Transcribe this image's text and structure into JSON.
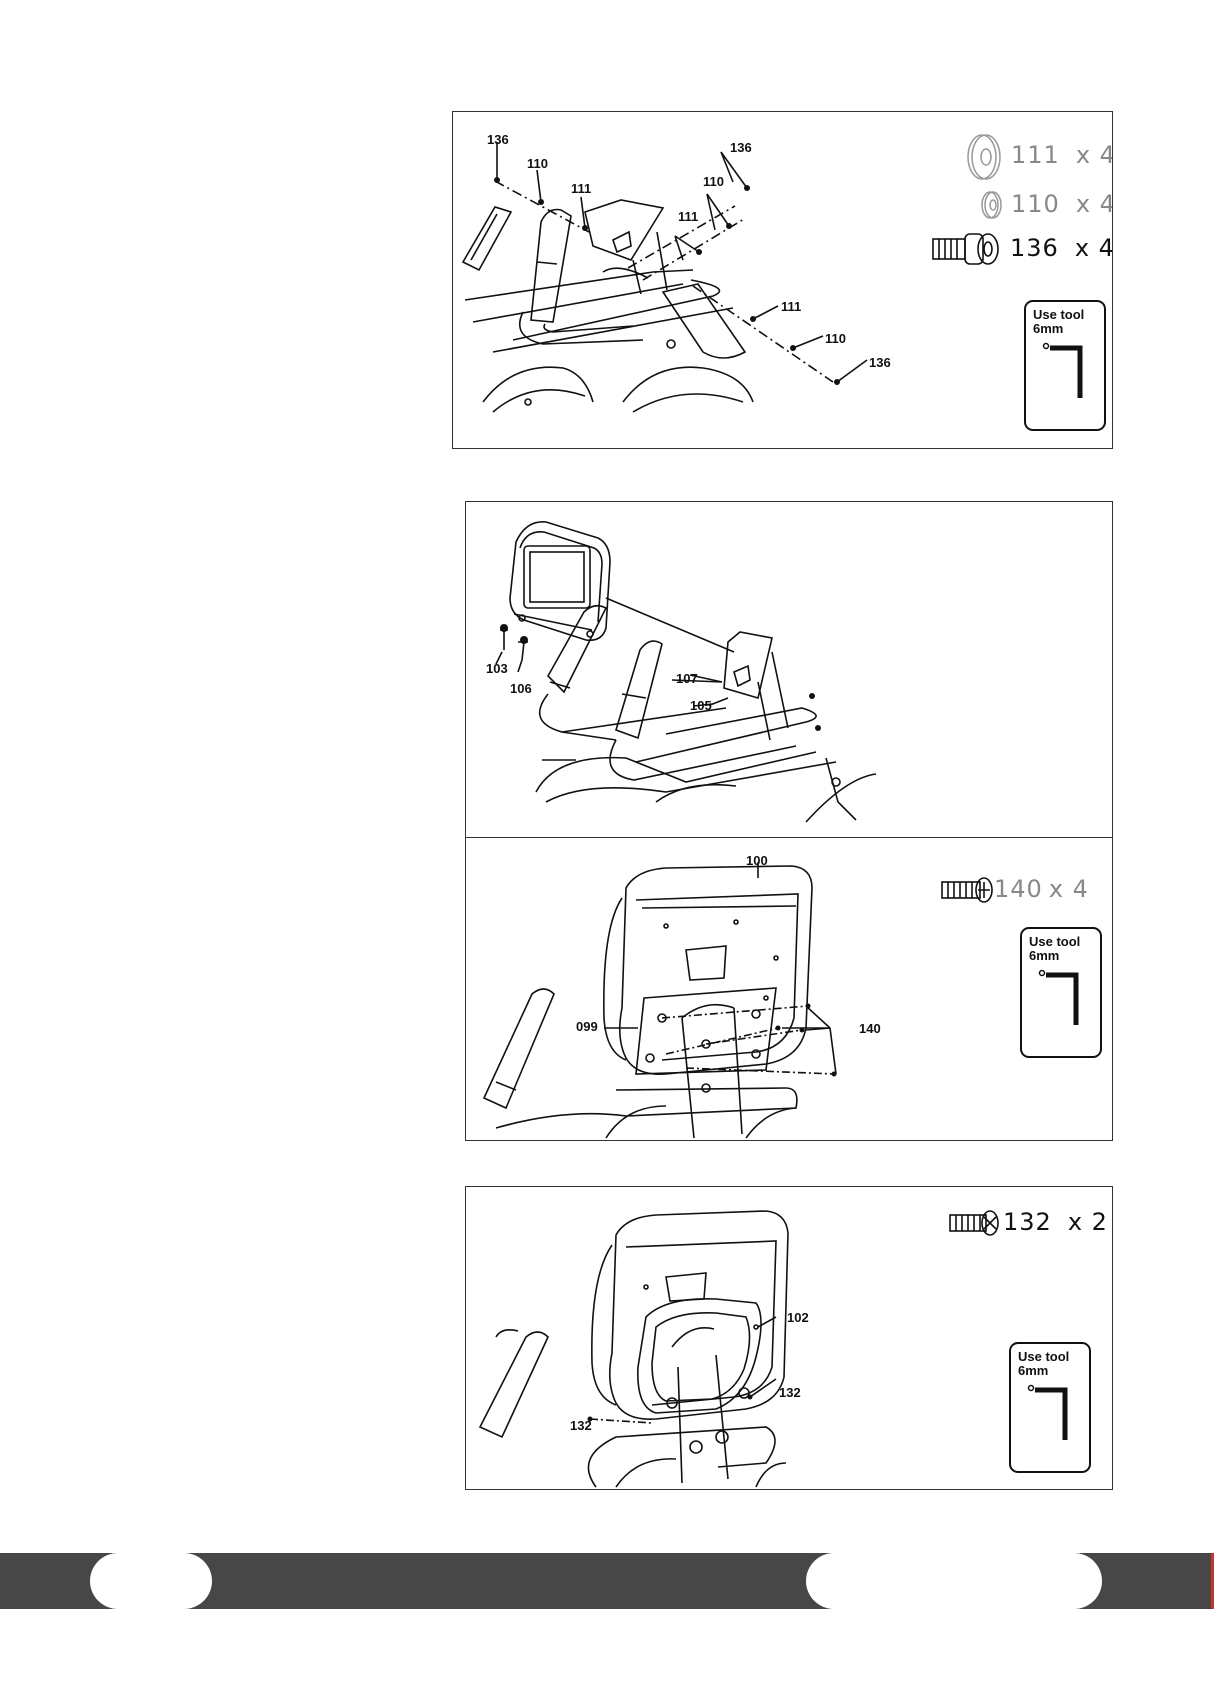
{
  "panel1": {
    "callouts": [
      "136",
      "110",
      "111",
      "136",
      "110",
      "111",
      "111",
      "110",
      "136"
    ],
    "hardware": [
      {
        "part": "111",
        "times": "x 4"
      },
      {
        "part": "110",
        "times": "x 4"
      },
      {
        "part": "136",
        "times": "x 4"
      }
    ],
    "tool": {
      "line1": "Use tool",
      "line2": "6mm"
    }
  },
  "panel2": {
    "callouts": [
      "103",
      "106",
      "107",
      "105"
    ]
  },
  "panel3": {
    "callouts": [
      "100",
      "099",
      "140"
    ],
    "hardware": [
      {
        "part": "140",
        "times": "x 4"
      }
    ],
    "tool": {
      "line1": "Use tool",
      "line2": "6mm"
    }
  },
  "panel4": {
    "callouts": [
      "102",
      "132",
      "132"
    ],
    "hardware": [
      {
        "part": "132",
        "times": "x 2"
      }
    ],
    "tool": {
      "line1": "Use tool",
      "line2": "6mm"
    }
  },
  "colors": {
    "footer": "#474747",
    "frame": "#333333",
    "qty_light": "#888888"
  }
}
